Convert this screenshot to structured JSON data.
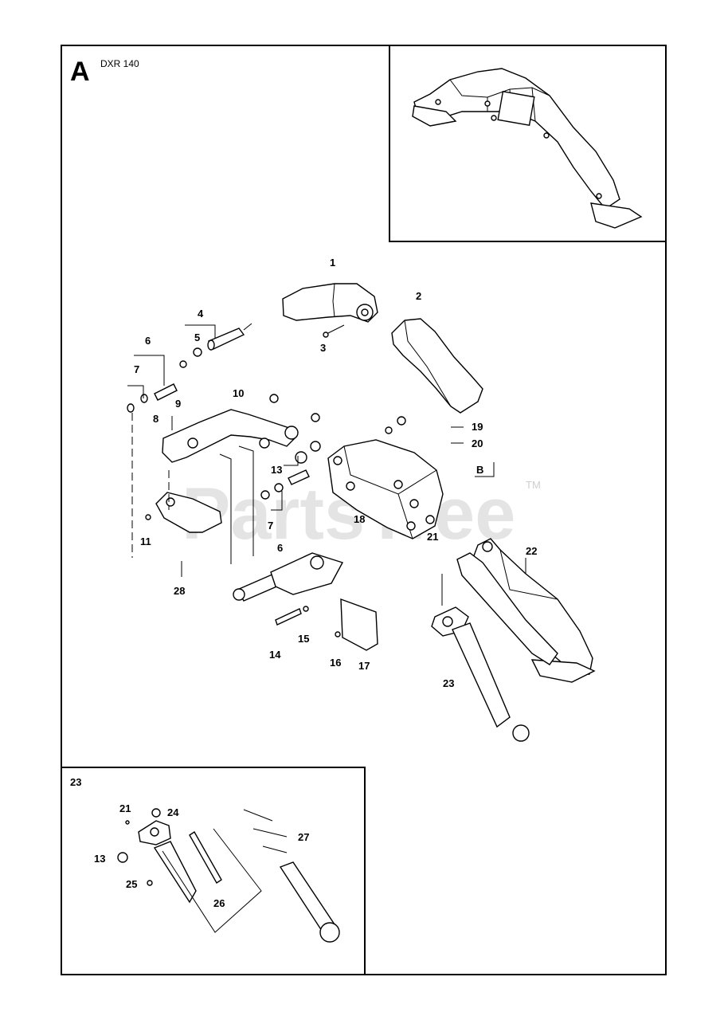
{
  "section_letter": "A",
  "model": "DXR 140",
  "detail_view_label": "B",
  "detail_inset_label": "23",
  "watermark": "PartsTree",
  "watermark_tm": "TM",
  "callouts": {
    "c1": "1",
    "c2": "2",
    "c3": "3",
    "c4": "4",
    "c5": "5",
    "c6a": "6",
    "c6b": "6",
    "c7a": "7",
    "c7b": "7",
    "c8": "8",
    "c9": "9",
    "c10": "10",
    "c11": "11",
    "c13a": "13",
    "c13b": "13",
    "c14": "14",
    "c15": "15",
    "c16": "16",
    "c17": "17",
    "c18": "18",
    "c19": "19",
    "c20": "20",
    "c21a": "21",
    "c21b": "21",
    "c22": "22",
    "c23": "23",
    "c24": "24",
    "c25": "25",
    "c26": "26",
    "c27": "27",
    "c28": "28"
  }
}
